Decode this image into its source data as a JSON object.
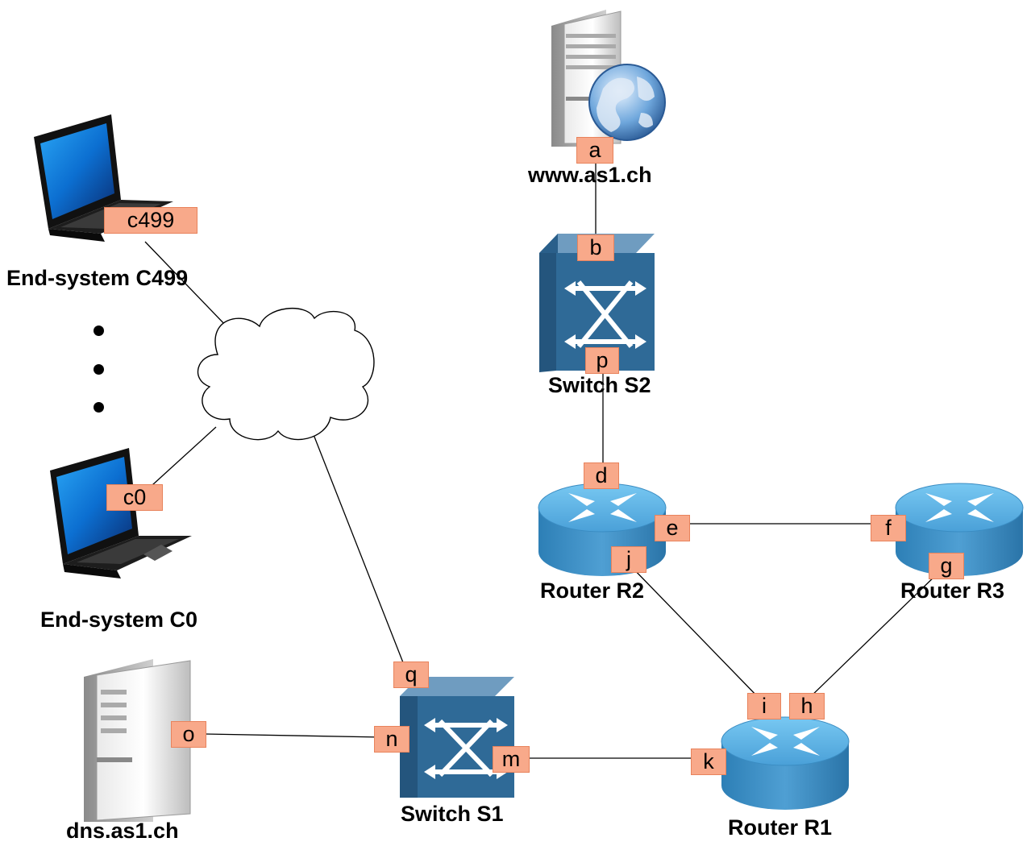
{
  "nodes": {
    "web_server": "www.as1.ch",
    "switch_s2": "Switch S2",
    "router_r2": "Router R2",
    "router_r3": "Router R3",
    "router_r1": "Router R1",
    "switch_s1": "Switch S1",
    "dns_server": "dns.as1.ch",
    "end_c499": "End-system C499",
    "end_c0": "End-system C0"
  },
  "ports": {
    "a": "a",
    "b": "b",
    "p": "p",
    "d": "d",
    "e": "e",
    "f": "f",
    "g": "g",
    "j": "j",
    "i": "i",
    "h": "h",
    "k": "k",
    "m": "m",
    "n": "n",
    "q": "q",
    "o": "o",
    "c499": "c499",
    "c0": "c0"
  },
  "colors": {
    "port_fill": "#f8a98a",
    "switch_blue": "#2f6a97",
    "router_blue": "#5fb4e6"
  },
  "icons": [
    "server-icon",
    "globe-icon",
    "laptop-icon",
    "switch-icon",
    "router-icon",
    "cloud-icon"
  ]
}
